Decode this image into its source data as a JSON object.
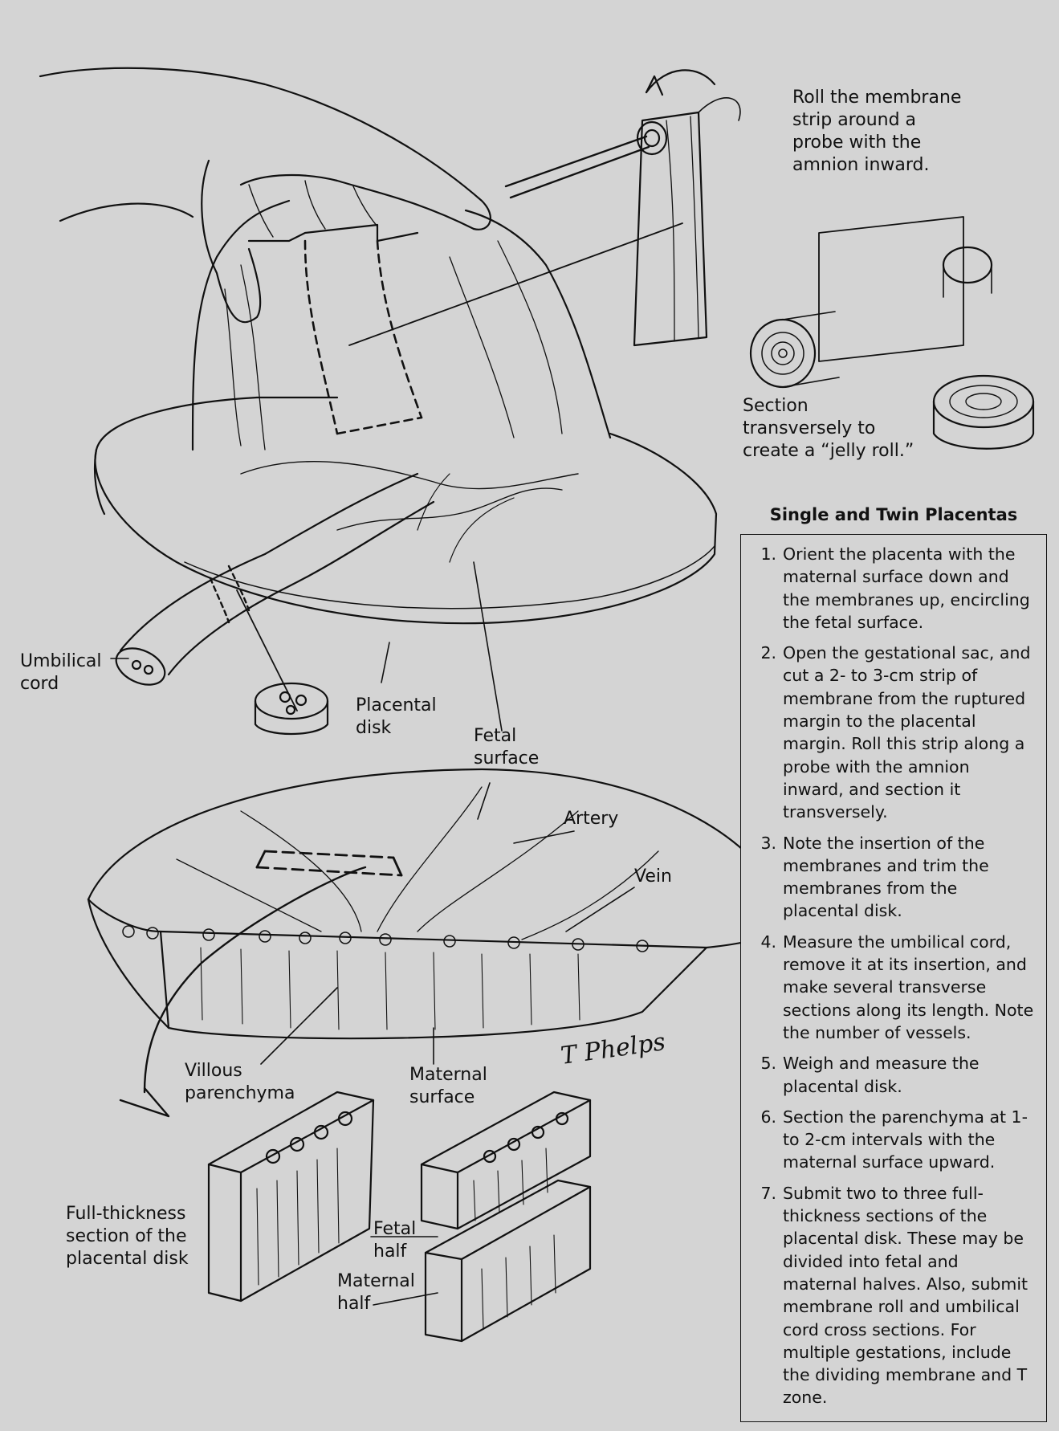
{
  "labels": {
    "roll_membrane": "Roll the membrane\nstrip around a\nprobe with the\namnion inward.",
    "section_transversely": "Section\ntransversely to\ncreate a “jelly roll.”",
    "umbilical_cord": "Umbilical\ncord",
    "placental_disk": "Placental\ndisk",
    "fetal_surface": "Fetal\nsurface",
    "artery": "Artery",
    "vein": "Vein",
    "villous_parenchyma": "Villous\nparenchyma",
    "maternal_surface": "Maternal\nsurface",
    "full_thickness": "Full-thickness\nsection of the\nplacental disk",
    "fetal_half": "Fetal\nhalf",
    "maternal_half": "Maternal\nhalf",
    "signature": "T Phelps"
  },
  "panel": {
    "title": "Single and Twin Placentas",
    "steps": [
      {
        "num": "1.",
        "text": "Orient the placenta with the maternal surface down and the membranes up, encircling the fetal surface."
      },
      {
        "num": "2.",
        "text": "Open the gestational sac, and cut a 2- to 3-cm strip of membrane from the ruptured margin to the placental margin. Roll this strip along a probe with the amnion inward, and section it transversely."
      },
      {
        "num": "3.",
        "text": "Note the insertion of the membranes and trim the membranes from the placental disk."
      },
      {
        "num": "4.",
        "text": "Measure the umbilical cord, remove it at its insertion, and make several transverse sections along its length. Note the number of vessels."
      },
      {
        "num": "5.",
        "text": "Weigh and measure the placental disk."
      },
      {
        "num": "6.",
        "text": "Section the parenchyma at 1- to 2-cm intervals with the maternal surface upward."
      },
      {
        "num": "7.",
        "text": "Submit two to three full-thickness sections of the placental disk. These may be divided into fetal and maternal halves. Also, submit membrane roll and umbilical cord cross sections.  For multiple gestations, include the dividing membrane and T zone."
      }
    ]
  }
}
